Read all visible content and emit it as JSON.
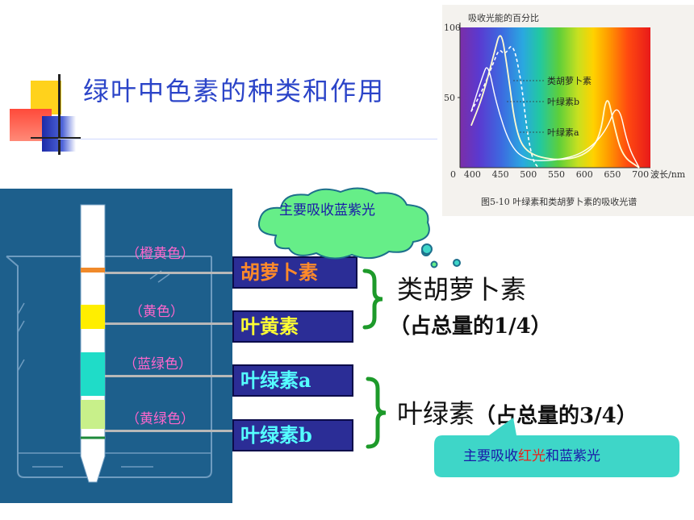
{
  "title": "绿叶中色素的种类和作用",
  "cloud": {
    "parts": [
      {
        "text": "主要吸收",
        "color": "#1a1aa8"
      },
      {
        "text": "蓝紫光",
        "color": "#1a1aa8"
      }
    ]
  },
  "bands": [
    {
      "label": "（橙黄色）",
      "pigment": "胡萝卜素",
      "pigment_color": "#ff8a2a",
      "band_color": "#f08a2a"
    },
    {
      "label": "（黄色）",
      "pigment": "叶黄素",
      "pigment_color": "#ffff33",
      "band_color": "#ffee00"
    },
    {
      "label": "（蓝绿色）",
      "pigment": "叶绿素a",
      "pigment_color": "#55ffff",
      "band_color": "#1fdcc8"
    },
    {
      "label": "（黄绿色）",
      "pigment": "叶绿素b",
      "pigment_color": "#55ffff",
      "band_color": "#c8f08a"
    }
  ],
  "carotenoid_group": {
    "name": "类胡萝卜素",
    "share": "（占总量的1/4）"
  },
  "chlorophyll_group": {
    "name": "叶绿素",
    "share": "（占总量的3/4）"
  },
  "callout": {
    "parts": [
      {
        "text": "主要吸收",
        "color": "#1a1aa8"
      },
      {
        "text": "红光",
        "color": "#e8231a"
      },
      {
        "text": "和",
        "color": "#1a1aa8"
      },
      {
        "text": "蓝紫光",
        "color": "#1a1aa8"
      }
    ],
    "bg": "#3ed6c8"
  },
  "chart_data": {
    "type": "line",
    "title": "吸收光能的百分比",
    "caption": "图5-10  叶绿素和类胡萝卜素的吸收光谱",
    "xlabel": "波长/nm",
    "x_ticks": [
      "0",
      "400",
      "450",
      "500",
      "550",
      "600",
      "650",
      "700"
    ],
    "y_ticks": [
      "0",
      "50",
      "100"
    ],
    "xlim": [
      380,
      720
    ],
    "ylim": [
      0,
      100
    ],
    "series": [
      {
        "name": "类胡萝卜素",
        "x": [
          400,
          420,
          440,
          450,
          460,
          475,
          490,
          500,
          510,
          520
        ],
        "y": [
          40,
          55,
          75,
          85,
          80,
          90,
          60,
          25,
          5,
          0
        ]
      },
      {
        "name": "叶绿素b",
        "x": [
          400,
          420,
          440,
          453,
          465,
          480,
          500,
          550,
          600,
          630,
          642,
          655,
          670,
          700
        ],
        "y": [
          30,
          50,
          80,
          100,
          70,
          25,
          10,
          5,
          8,
          20,
          55,
          30,
          8,
          0
        ]
      },
      {
        "name": "叶绿素a",
        "x": [
          400,
          420,
          430,
          445,
          470,
          500,
          550,
          600,
          640,
          662,
          680,
          700
        ],
        "y": [
          40,
          65,
          75,
          45,
          15,
          5,
          5,
          10,
          25,
          48,
          15,
          0
        ]
      }
    ]
  }
}
